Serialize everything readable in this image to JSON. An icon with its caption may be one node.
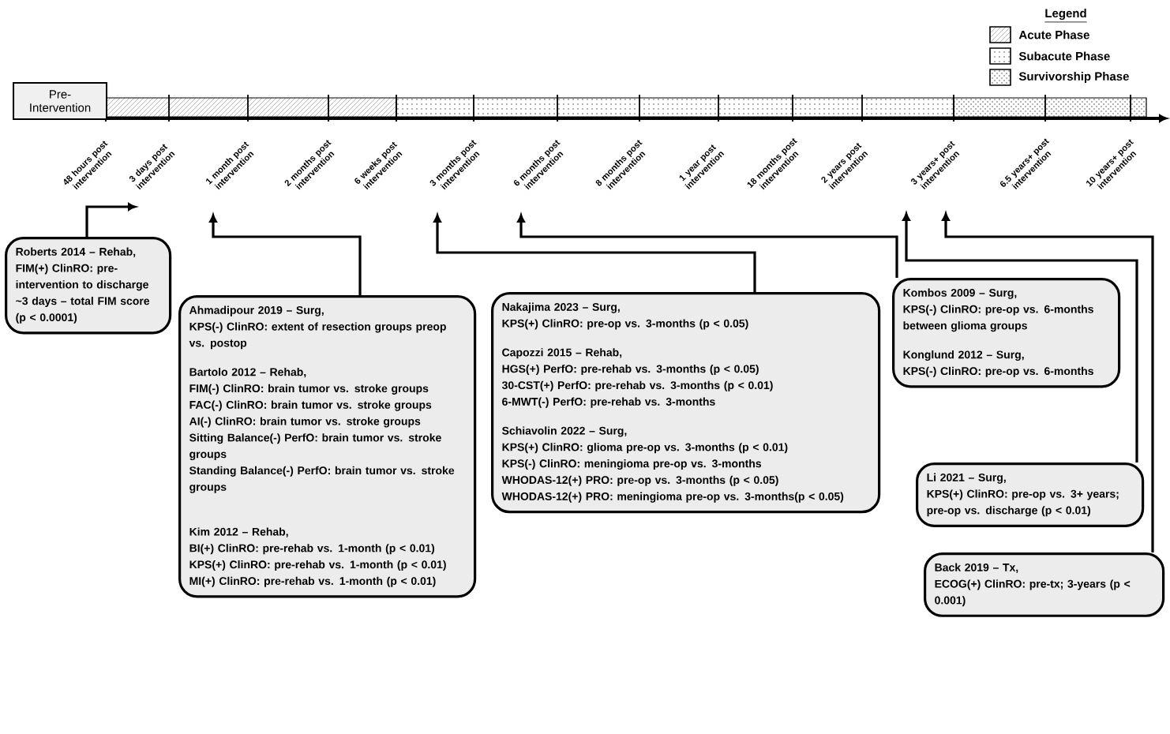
{
  "diagram": {
    "nodes": [
      {
        "text": [
          "Pre-Intervention"
        ]
      },
      {
        "text": [
          "48 hours post intervention"
        ]
      },
      {
        "text": [
          "3 days post intervention"
        ]
      },
      {
        "text": [
          "1 month post intervention"
        ]
      },
      {
        "text": [
          "2 months post intervention"
        ]
      },
      {
        "text": [
          "6 weeks post intervention"
        ]
      },
      {
        "text": [
          "3 months post intervention"
        ]
      },
      {
        "text": [
          "6 months post intervention"
        ]
      },
      {
        "text": [
          "8 months post intervention"
        ]
      },
      {
        "text": [
          "1 year post intervention"
        ]
      },
      {
        "text": [
          "18 months post intervention"
        ]
      },
      {
        "text": [
          "2 years post intervention"
        ]
      },
      {
        "text": [
          "3 years+ post intervention"
        ]
      },
      {
        "text": [
          "6.5 years+ post intervention"
        ]
      },
      {
        "text": [
          "10 years+ post intervention"
        ]
      },
      {
        "text": [
          "Roberts 2014 – Rehab,",
          "FIM(+) ClinRO: pre-intervention to discharge ~3 days – total FIM score (p < 0.0001)"
        ]
      },
      {
        "text": [
          "Ahmadipour 2019 – Surg,",
          "KPS(-) ClinRO: extent of resection groups preop vs. postop",
          "Bartolo 2012 – Rehab,",
          "FIM(-) ClinRO: brain tumor vs. stroke groups",
          "FAC(-) ClinRO: brain tumor vs. stroke groups",
          "AI(-) ClinRO: brain tumor vs. stroke groups",
          "Sitting Balance(-) PerfO: brain tumor vs. stroke groups",
          "Standing Balance(-) PerfO: brain tumor vs. stroke groups",
          "Kim 2012 – Rehab,",
          "BI(+) ClinRO: pre-rehab vs. 1-month (p < 0.01)",
          "KPS(+) ClinRO: pre-rehab vs. 1-month (p < 0.01)",
          "MI(+) ClinRO: pre-rehab vs. 1-month (p < 0.01)"
        ]
      },
      {
        "text": [
          "Nakajima 2023 – Surg,",
          "KPS(+) ClinRO: pre-op vs. 3-months (p < 0.05)",
          "Capozzi 2015 – Rehab,",
          "HGS(+) PerfO: pre-rehab vs. 3-months (p < 0.05)",
          "30-CST(+) PerfO: pre-rehab vs. 3-months (p < 0.01)",
          "6-MWT(-) PerfO: pre-rehab vs. 3-months",
          "Schiavolin 2022 – Surg,",
          "KPS(+) ClinRO: glioma pre-op vs. 3-months (p < 0.01)",
          "KPS(-) ClinRO: meningioma pre-op vs. 3-months",
          "WHODAS-12(+) PRO: pre-op vs. 3-months (p < 0.05)",
          "WHODAS-12(+) PRO: meningioma pre-op vs. 3-months(p < 0.05)"
        ]
      },
      {
        "text": [
          "Kombos 2009 – Surg,",
          "KPS(-) ClinRO: pre-op vs. 6-months between glioma groups",
          "Konglund 2012 – Surg,",
          "KPS(-) ClinRO: pre-op vs. 6-months"
        ]
      },
      {
        "text": [
          "Li 2021 – Surg,",
          "KPS(+) ClinRO: pre-op vs. 3+ years; pre-op vs. discharge (p < 0.01)"
        ]
      },
      {
        "text": [
          "Back 2019 – Tx,",
          "ECOG(+) ClinRO: pre-tx; 3-years (p < 0.001)"
        ]
      }
    ],
    "edges": [
      {
        "from": 15,
        "to": 2,
        "arrow": "to"
      },
      {
        "from": 16,
        "to": 3,
        "arrow": "to"
      },
      {
        "from": 17,
        "to": 6,
        "arrow": "to"
      },
      {
        "from": 18,
        "to": 7,
        "arrow": "to"
      },
      {
        "from": 19,
        "to": 12,
        "arrow": "to"
      },
      {
        "from": 20,
        "to": 12,
        "arrow": "to"
      }
    ],
    "labels": [
      "Legend"
    ],
    "legend": [
      {
        "text": "Acute Phase"
      },
      {
        "text": "Subacute Phase"
      },
      {
        "text": "Survivorship Phase"
      }
    ]
  }
}
